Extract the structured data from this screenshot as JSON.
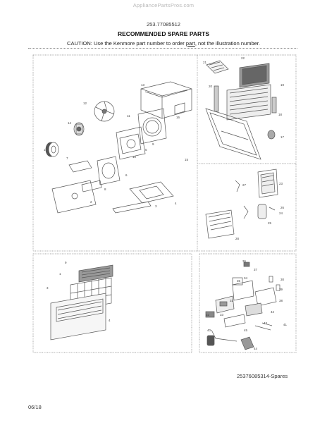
{
  "watermark": "AppliancePartsPros.com",
  "doc_number": "253.77085512",
  "heading": "RECOMMENDED SPARE PARTS",
  "caution": {
    "before": "CAUTION: Use the Kenmore part number to order ",
    "link": "part",
    "after": ", not the illustration number."
  },
  "callouts": {
    "panel1": [
      "1",
      "2",
      "3",
      "4",
      "5",
      "6",
      "7",
      "8",
      "9",
      "10",
      "11",
      "12",
      "13",
      "14",
      "15",
      "16",
      "17",
      "18",
      "19",
      "20",
      "21",
      "22"
    ],
    "panel2": [
      "23",
      "24",
      "25",
      "26",
      "27",
      "28"
    ],
    "panel3": [
      "9",
      "1",
      "3",
      "4"
    ],
    "panel4": [
      "30",
      "31",
      "32",
      "33",
      "34",
      "35",
      "36",
      "37",
      "38",
      "39",
      "40",
      "41",
      "42",
      "43",
      "44",
      "45"
    ]
  },
  "footer_code": "25376085314-Spares",
  "date": "06/18"
}
